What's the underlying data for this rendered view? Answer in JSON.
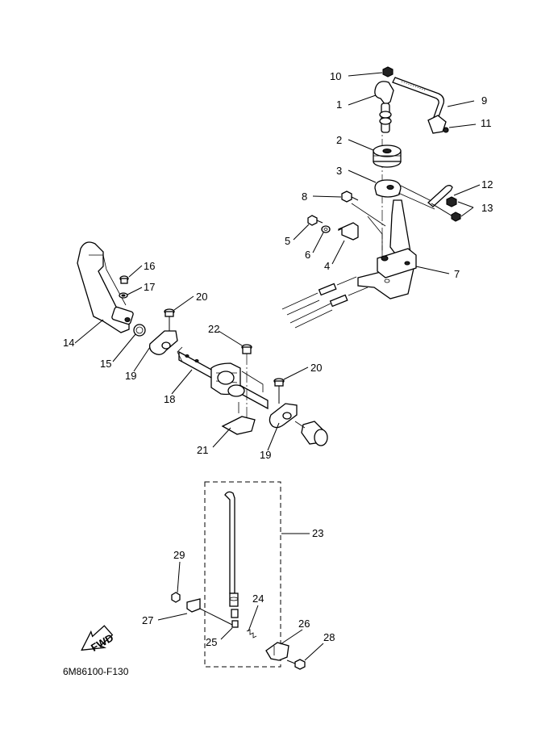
{
  "figure_code": "6M86100-F130",
  "fwd_badge": "FWD",
  "callouts": [
    "1",
    "2",
    "3",
    "4",
    "5",
    "6",
    "7",
    "8",
    "9",
    "10",
    "11",
    "12",
    "13",
    "14",
    "15",
    "16",
    "17",
    "18",
    "19",
    "19",
    "20",
    "20",
    "21",
    "22",
    "23",
    "24",
    "25",
    "26",
    "27",
    "28",
    "29"
  ]
}
